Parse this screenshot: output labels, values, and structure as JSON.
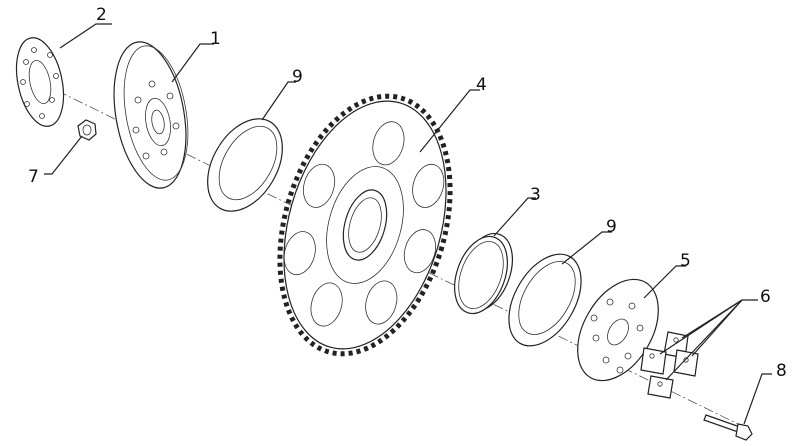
{
  "diagram": {
    "callouts": [
      {
        "id": "c2",
        "text": "2"
      },
      {
        "id": "c1",
        "text": "1"
      },
      {
        "id": "c9a",
        "text": "9"
      },
      {
        "id": "c4",
        "text": "4"
      },
      {
        "id": "c7",
        "text": "7"
      },
      {
        "id": "c3",
        "text": "3"
      },
      {
        "id": "c9b",
        "text": "9"
      },
      {
        "id": "c5",
        "text": "5"
      },
      {
        "id": "c6",
        "text": "6"
      },
      {
        "id": "c8",
        "text": "8"
      }
    ],
    "sprocket_teeth": 84
  }
}
